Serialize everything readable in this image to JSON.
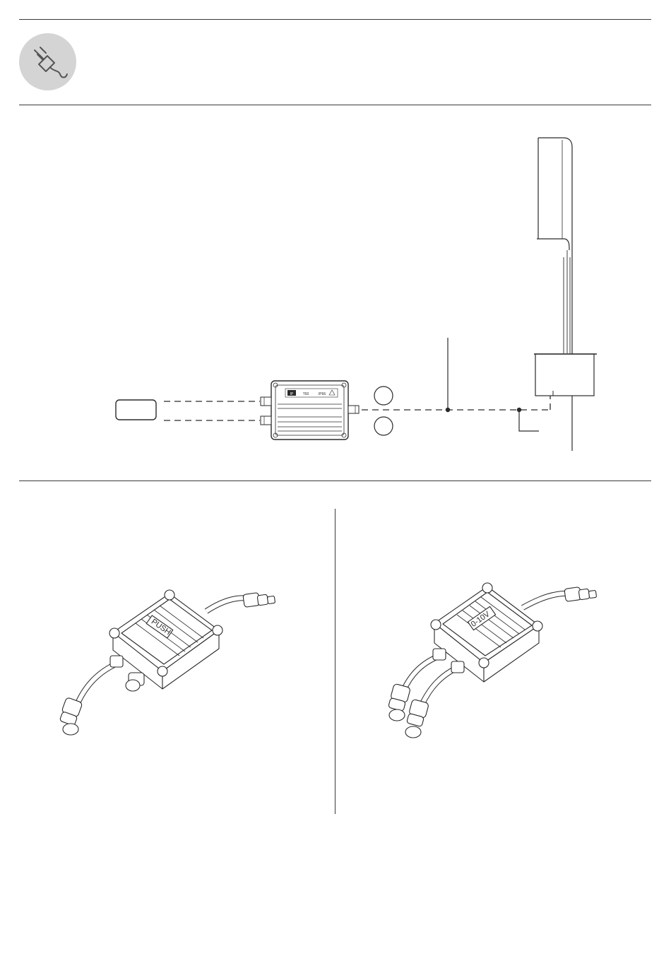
{
  "header": {
    "icon": "plug-icon",
    "icon_background": "#d4d4d4"
  },
  "wiring_diagram": {
    "dimmer_box": {
      "label_left_badge": "IP",
      "label_mid": "T60",
      "label_right": "IP66"
    }
  },
  "variants": [
    {
      "box_label": "PUSH",
      "connectors_bottom": 2
    },
    {
      "box_label": "0-10V",
      "connectors_bottom": 2
    }
  ],
  "colors": {
    "line": "#2a2a2a",
    "muted_line": "#777777",
    "header_circle": "#d4d4d4"
  }
}
